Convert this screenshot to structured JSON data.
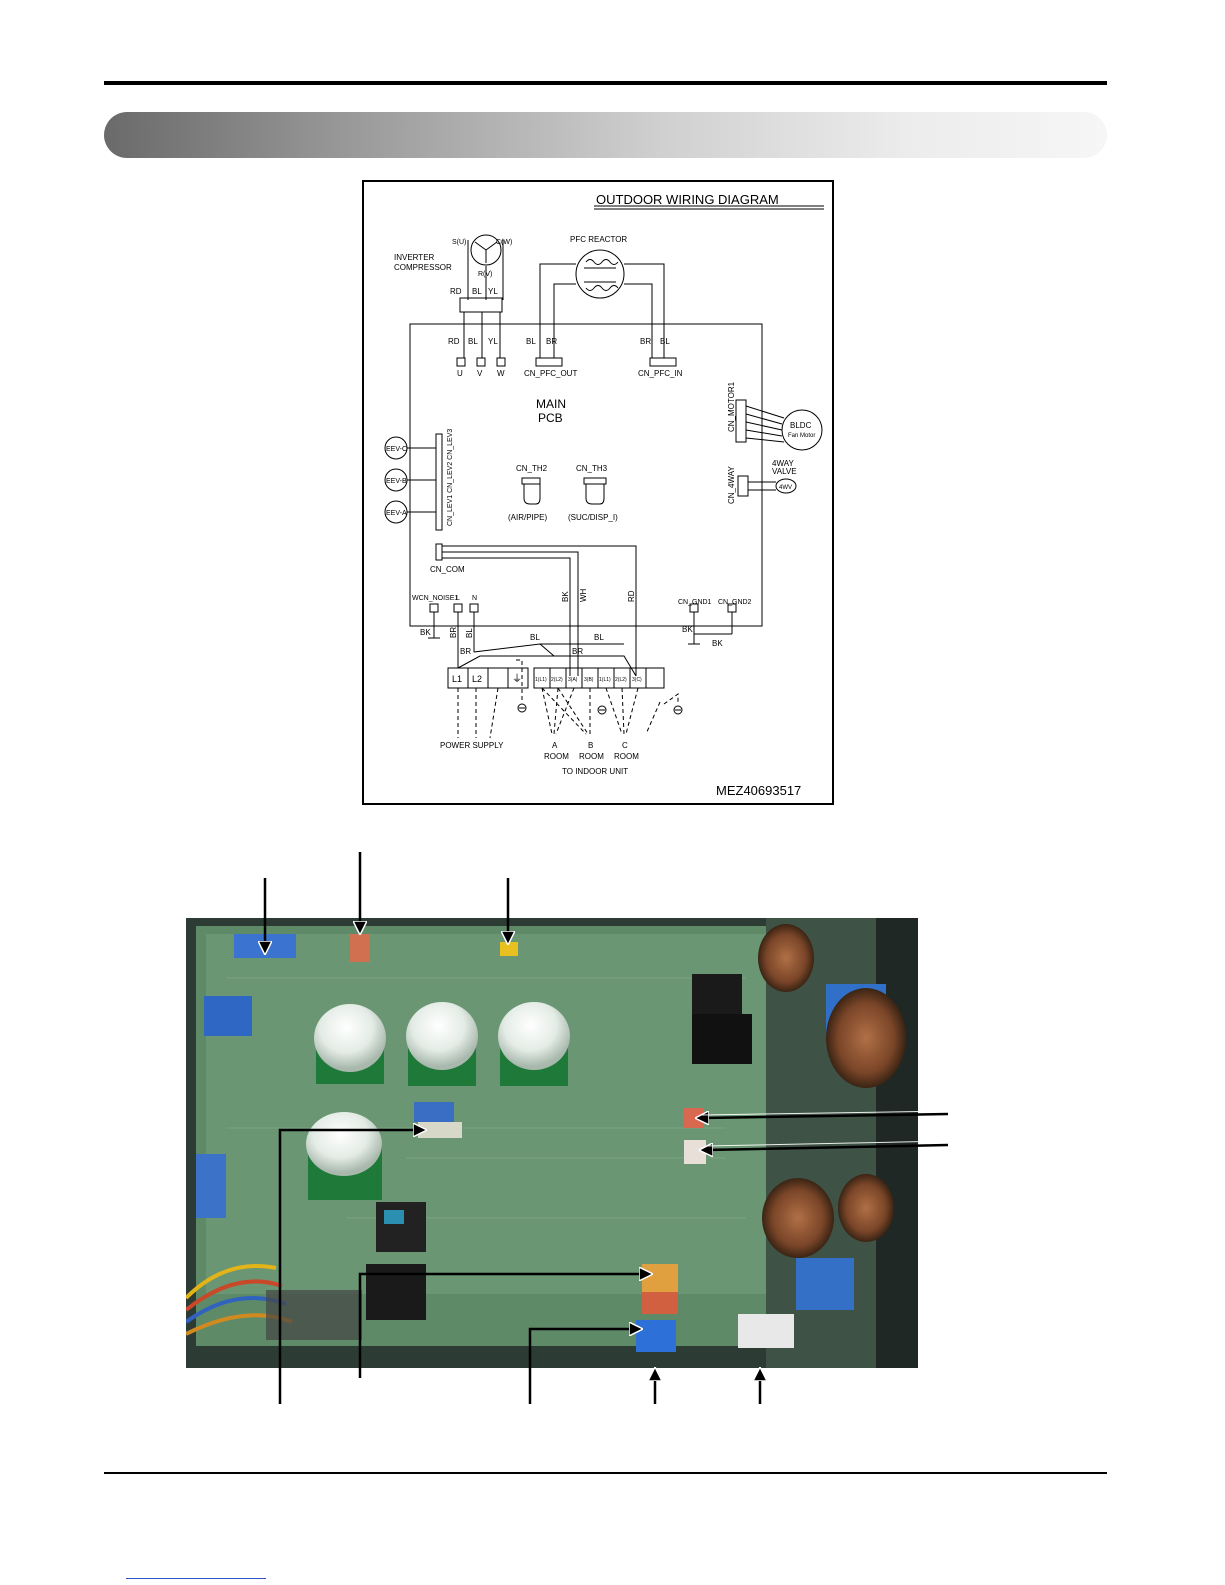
{
  "diagram": {
    "title": "OUTDOOR WIRING DIAGRAM",
    "part_number": "MEZ40693517",
    "compressor": {
      "label_line1": "INVERTER",
      "label_line2": "COMPRESSOR",
      "terminal_s": "S(U)",
      "terminal_c": "C(W)",
      "terminal_r": "R(V)",
      "wire_rd": "RD",
      "wire_bl": "BL",
      "wire_yl": "YL"
    },
    "pfc_reactor": "PFC REACTOR",
    "main_pcb_line1": "MAIN",
    "main_pcb_line2": "PCB",
    "uvw": {
      "wire_rd": "RD",
      "wire_bl": "BL",
      "wire_yl": "YL",
      "u": "U",
      "v": "V",
      "w": "W"
    },
    "pfc_out": {
      "wire_bl": "BL",
      "wire_br": "BR",
      "label": "CN_PFC_OUT"
    },
    "pfc_in": {
      "wire_br": "BR",
      "wire_bl": "BL",
      "label": "CN_PFC_IN"
    },
    "motor": {
      "connector": "CN_MOTOR1",
      "label_line1": "BLDC",
      "label_line2": "Fan Motor"
    },
    "four_way": {
      "connector": "CN_4WAY",
      "label_line1": "4WAY",
      "label_line2": "VALVE",
      "coil": "4WV"
    },
    "eev": {
      "c": "EEV-C",
      "b": "EEV-B",
      "a": "EEV-A",
      "connector_text": "CN_LEV1 CN_LEV2 CN_LEV3"
    },
    "sensors": {
      "th2": "CN_TH2",
      "th2_desc": "(AIR/PIPE)",
      "th3": "CN_TH3",
      "th3_desc": "(SUC/DISP_I)"
    },
    "com": {
      "label": "CN_COM",
      "wire_bk": "BK",
      "wire_wh": "WH",
      "wire_rd": "RD"
    },
    "power": {
      "noise": "WCN_NOISE1",
      "l": "L",
      "n": "N",
      "wire_bk": "BK",
      "wire_br": "BR",
      "wire_bl": "BL"
    },
    "ground": {
      "gnd1": "CN_GND1",
      "gnd2": "CN_GND2",
      "wire_bk1": "BK",
      "wire_bk2": "BK"
    },
    "terminal_wires": {
      "bl_left": "BL",
      "br_left": "BR",
      "bl_right": "BL",
      "br_right": "BR"
    },
    "terminals_power": [
      "L1",
      "L2",
      "",
      "⏚"
    ],
    "terminals_indoor": [
      "1(L1)",
      "2(L2)",
      "3(A)",
      "3(B)",
      "1(L1)",
      "2(L2)",
      "3(C)",
      ""
    ],
    "rooms": {
      "a": "A",
      "b": "B",
      "c": "C",
      "room": "ROOM",
      "power_supply": "POWER SUPPLY",
      "to_indoor": "TO INDOOR UNIT"
    }
  }
}
